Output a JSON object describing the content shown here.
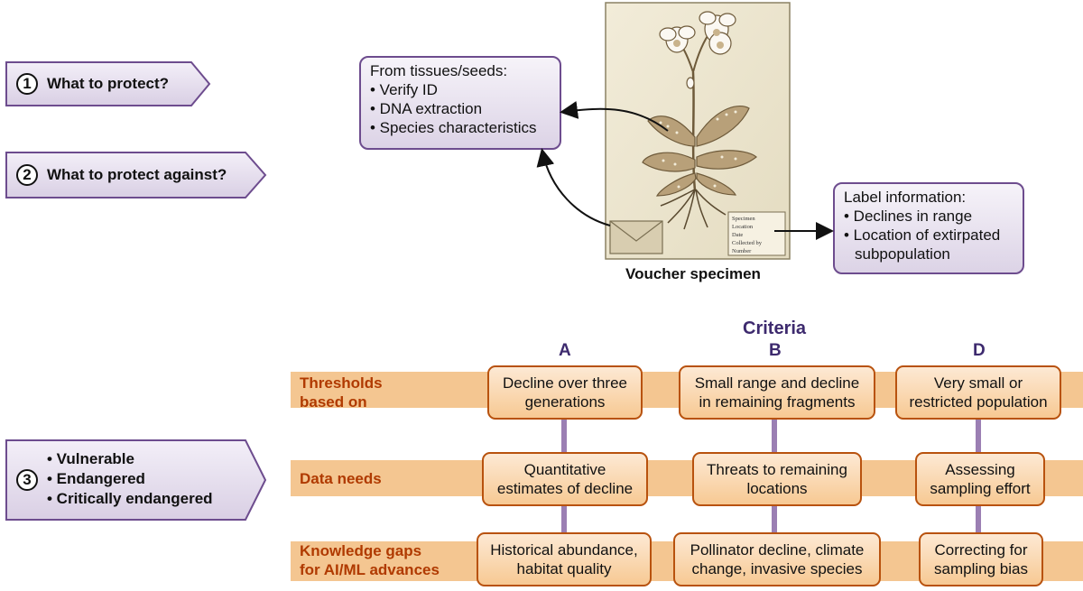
{
  "steps": [
    {
      "num": "1",
      "label": "What to protect?"
    },
    {
      "num": "2",
      "label": "What to protect against?"
    },
    {
      "num": "3",
      "items": [
        "• Vulnerable",
        "• Endangered",
        "• Critically endangered"
      ]
    }
  ],
  "tissue_box": {
    "title": "From tissues/seeds:",
    "bullets": [
      "• Verify ID",
      "• DNA extraction",
      "• Species characteristics"
    ]
  },
  "label_box": {
    "title": "Label information:",
    "bullets": [
      "• Declines in range",
      "• Location of extirpated",
      "subpopulation"
    ]
  },
  "specimen": {
    "caption": "Voucher specimen",
    "label_lines": [
      "Specimen",
      "Location",
      "Date",
      "Collected by",
      "Number"
    ]
  },
  "criteria": {
    "title": "Criteria",
    "letters": [
      "A",
      "B",
      "D"
    ]
  },
  "rows": [
    {
      "label_lines": [
        "Thresholds",
        "based on"
      ],
      "cells": [
        [
          "Decline over three",
          "generations"
        ],
        [
          "Small range and decline",
          "in remaining fragments"
        ],
        [
          "Very small or",
          "restricted population"
        ]
      ]
    },
    {
      "label_lines": [
        "Data needs"
      ],
      "cells": [
        [
          "Quantitative",
          "estimates of decline"
        ],
        [
          "Threats to remaining",
          "locations"
        ],
        [
          "Assessing",
          "sampling effort"
        ]
      ]
    },
    {
      "label_lines": [
        "Knowledge gaps",
        "for AI/ML advances"
      ],
      "cells": [
        [
          "Historical abundance,",
          "habitat quality"
        ],
        [
          "Pollinator decline, climate",
          "change, invasive species"
        ],
        [
          "Correcting for",
          "sampling bias"
        ]
      ]
    }
  ],
  "colors": {
    "purple_border": "#6d4c8e",
    "orange_band": "#f4c691",
    "orange_border": "#b8520e",
    "row_label": "#b03a00",
    "criteria_text": "#3d2a6e"
  }
}
